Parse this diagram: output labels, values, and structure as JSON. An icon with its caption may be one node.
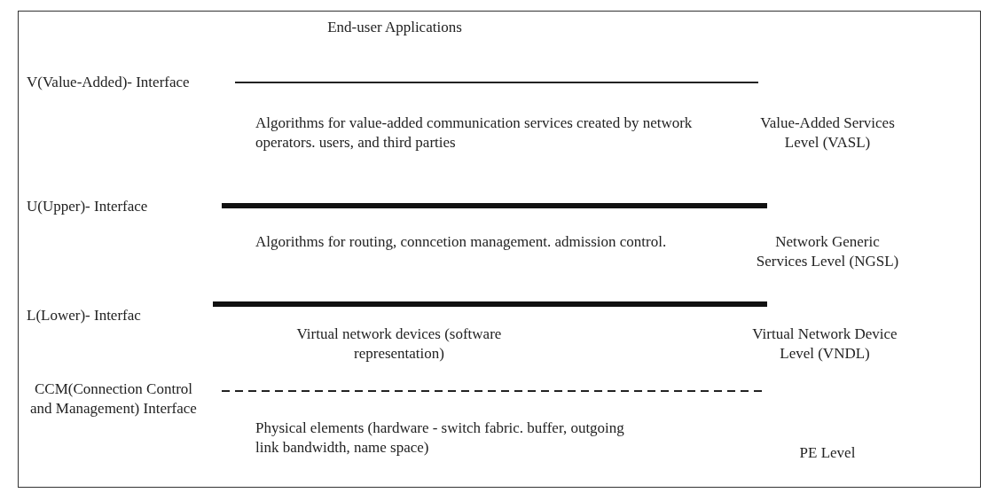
{
  "diagram": {
    "labels": [
      "End-user Applications",
      "V(Value-Added)- Interface",
      "Algorithms for value-added communication services created by network operators. users, and third parties",
      "Value-Added Services Level (VASL)",
      "U(Upper)- Interface",
      "Algorithms for routing, conncetion management. admission control.",
      "Network Generic Services Level (NGSL)",
      "L(Lower)- Interfac",
      "Virtual network devices (software representation)",
      "Virtual Network Device Level (VNDL)",
      "CCM(Connection Control and Management) Interface",
      "Physical elements (hardware - switch fabric. buffer, outgoing link bandwidth, name space)",
      "PE Level"
    ]
  }
}
